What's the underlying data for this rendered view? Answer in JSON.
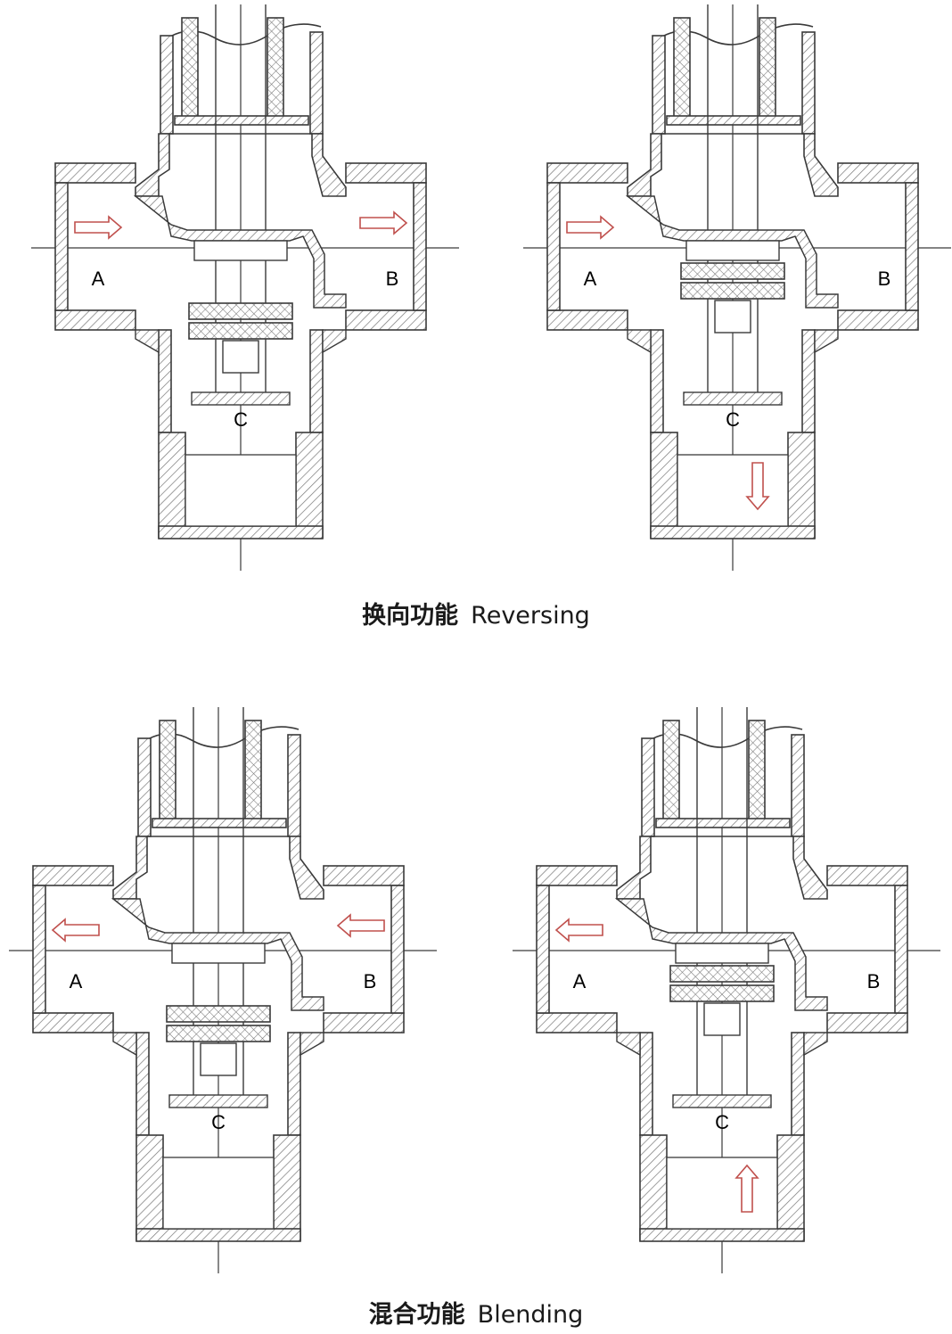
{
  "captions": {
    "reversing": {
      "cn": "换向功能",
      "en": "Reversing"
    },
    "blending": {
      "cn": "混合功能",
      "en": "Blending"
    }
  },
  "ports": {
    "a": "A",
    "b": "B",
    "c": "C"
  },
  "colors": {
    "line": "#3a3a3a",
    "hatch": "#777777",
    "arrow": "#c0504d",
    "background": "#ffffff"
  },
  "valves": [
    {
      "id": "reversing-upper-seat",
      "plug": "lower",
      "flow": [
        {
          "port": "a",
          "dir": "right"
        },
        {
          "port": "b",
          "dir": "right"
        }
      ]
    },
    {
      "id": "reversing-lower-seat",
      "plug": "upper",
      "flow": [
        {
          "port": "a",
          "dir": "right"
        },
        {
          "port": "c",
          "dir": "down"
        }
      ]
    },
    {
      "id": "blending-upper-seat",
      "plug": "lower",
      "flow": [
        {
          "port": "a",
          "dir": "left"
        },
        {
          "port": "b",
          "dir": "left"
        }
      ]
    },
    {
      "id": "blending-lower-seat",
      "plug": "upper",
      "flow": [
        {
          "port": "a",
          "dir": "left"
        },
        {
          "port": "c",
          "dir": "up"
        }
      ]
    }
  ]
}
